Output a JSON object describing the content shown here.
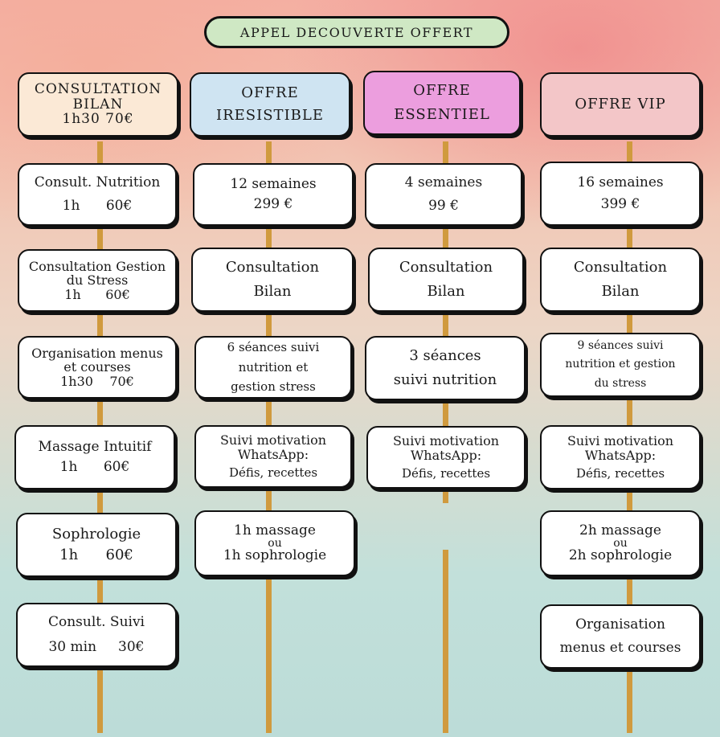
{
  "cta": {
    "label": "APPEL DECOUVERTE OFFERT",
    "color": "#cfe8c4"
  },
  "colors": {
    "rail": "#d09a3e",
    "card": "#ffffff",
    "border": "#111111"
  },
  "columns": [
    {
      "header": {
        "lines": [
          "CONSULTATION",
          "BILAN",
          "1h30   70€"
        ],
        "color": "#fbe9d6"
      },
      "items": [
        {
          "lines": [
            "Consult. Nutrition",
            "1h      60€"
          ]
        },
        {
          "lines": [
            "Consultation Gestion",
            "du Stress",
            "1h      60€"
          ]
        },
        {
          "lines": [
            "Organisation menus",
            "et courses",
            "1h30    70€"
          ]
        },
        {
          "lines": [
            "Massage Intuitif",
            "1h      60€"
          ]
        },
        {
          "lines": [
            "Sophrologie",
            "1h      60€"
          ]
        },
        {
          "lines": [
            "Consult. Suivi",
            "30 min     30€"
          ]
        }
      ]
    },
    {
      "header": {
        "lines": [
          "OFFRE",
          "IRESISTIBLE"
        ],
        "color": "#cfe4f2"
      },
      "items": [
        {
          "lines": [
            "12 semaines",
            "299 €"
          ]
        },
        {
          "lines": [
            "Consultation",
            "Bilan"
          ]
        },
        {
          "lines": [
            "6 séances suivi",
            "nutrition et",
            "gestion stress"
          ]
        },
        {
          "lines": [
            "Suivi motivation",
            "WhatsApp:",
            "Défis, recettes"
          ]
        },
        {
          "lines": [
            "1h massage",
            "ou",
            "1h sophrologie"
          ]
        }
      ]
    },
    {
      "header": {
        "lines": [
          "OFFRE",
          "ESSENTIEL"
        ],
        "color": "#ec9ede"
      },
      "items": [
        {
          "lines": [
            "4 semaines",
            "99 €"
          ]
        },
        {
          "lines": [
            "Consultation",
            "Bilan"
          ]
        },
        {
          "lines": [
            "3 séances",
            "suivi nutrition"
          ]
        },
        {
          "lines": [
            "Suivi motivation",
            "WhatsApp:",
            "Défis, recettes"
          ]
        }
      ]
    },
    {
      "header": {
        "lines": [
          "OFFRE VIP"
        ],
        "color": "#f3c6c8"
      },
      "items": [
        {
          "lines": [
            "16 semaines",
            "399 €"
          ]
        },
        {
          "lines": [
            "Consultation",
            "Bilan"
          ]
        },
        {
          "lines": [
            "9 séances suivi",
            "nutrition et gestion",
            "du stress"
          ]
        },
        {
          "lines": [
            "Suivi motivation",
            "WhatsApp:",
            "Défis, recettes"
          ]
        },
        {
          "lines": [
            "2h massage",
            "ou",
            "2h sophrologie"
          ]
        },
        {
          "lines": [
            "Organisation",
            "menus et courses"
          ]
        }
      ]
    }
  ]
}
